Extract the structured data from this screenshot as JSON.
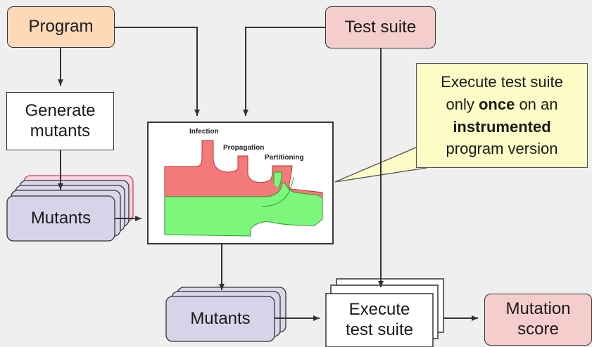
{
  "nodes": {
    "program": "Program",
    "test_suite": "Test suite",
    "generate_mutants": "Generate\nmutants",
    "mutants_top": "Mutants",
    "mutants_bottom": "Mutants",
    "execute_test_suite": "Execute\ntest suite",
    "mutation_score": "Mutation\nscore"
  },
  "callout": {
    "line1": "Execute test suite",
    "line2_pre": "only ",
    "line2_bold": "once",
    "line2_post": " on an",
    "line3_bold": "instrumented",
    "line4": "program version"
  },
  "flow_labels": {
    "infection": "Infection",
    "propagation": "Propagation",
    "partitioning": "Partitioning"
  },
  "colors": {
    "program_fill": "#fdd9b8",
    "test_suite_fill": "#f6cdcd",
    "mutants_fill": "#d8d3e8",
    "callout_fill": "#fdfcc6",
    "infection_red": "#f47a7a",
    "survived_green": "#7cf77c"
  }
}
